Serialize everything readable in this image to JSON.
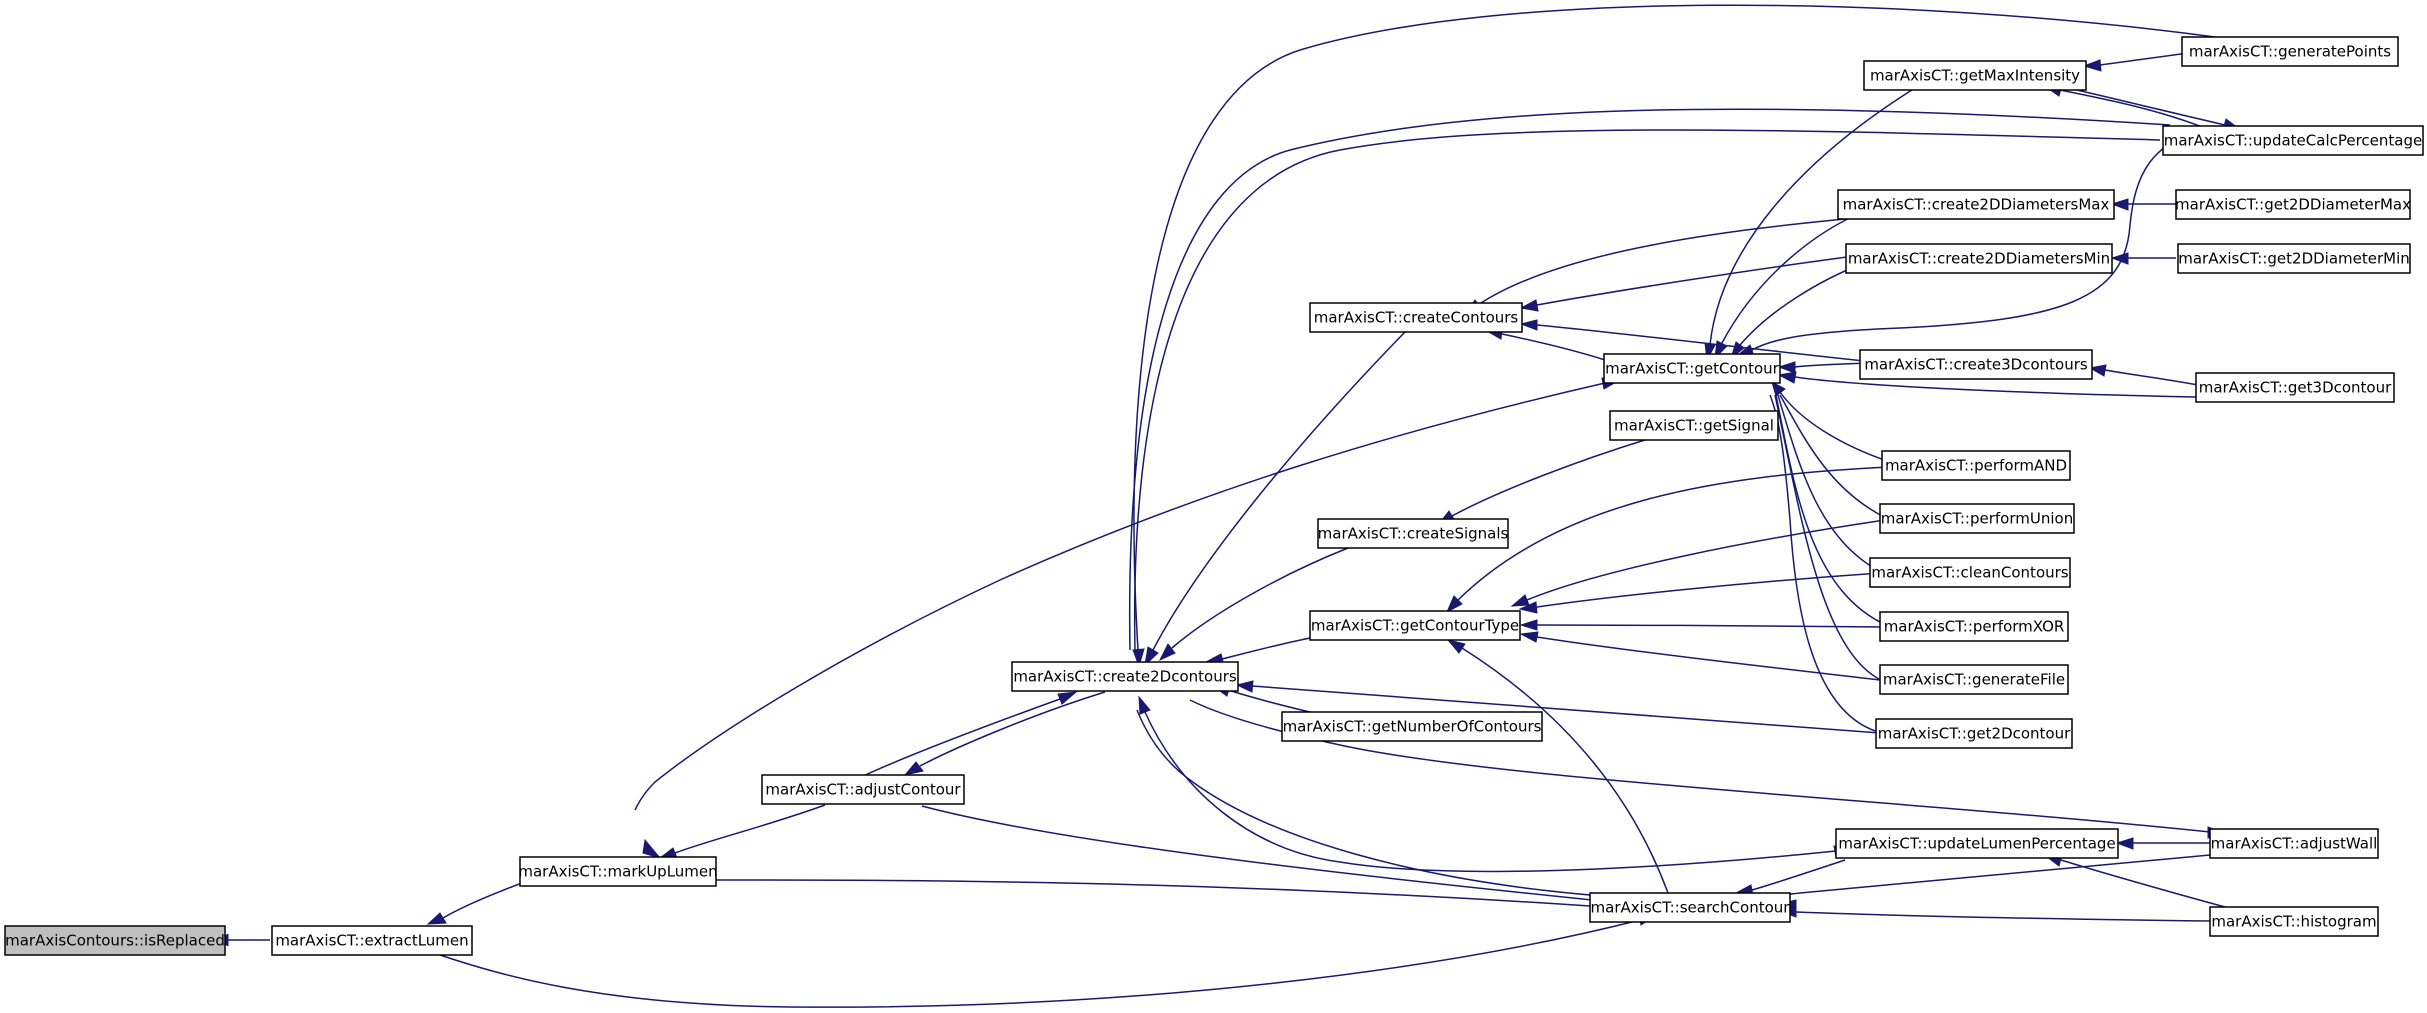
{
  "diagram": {
    "type": "call-graph",
    "nodes": [
      {
        "id": "isReplaced",
        "label": "marAxisContours::isReplaced",
        "highlighted": true
      },
      {
        "id": "extractLumen",
        "label": "marAxisCT::extractLumen"
      },
      {
        "id": "markUpLumen",
        "label": "marAxisCT::markUpLumen"
      },
      {
        "id": "adjustContour",
        "label": "marAxisCT::adjustContour"
      },
      {
        "id": "create2Dcontours",
        "label": "marAxisCT::create2Dcontours"
      },
      {
        "id": "createContours",
        "label": "marAxisCT::createContours"
      },
      {
        "id": "createSignals",
        "label": "marAxisCT::createSignals"
      },
      {
        "id": "getContourType",
        "label": "marAxisCT::getContourType"
      },
      {
        "id": "getNumberOfContours",
        "label": "marAxisCT::getNumberOfContours"
      },
      {
        "id": "getContour",
        "label": "marAxisCT::getContour"
      },
      {
        "id": "getSignal",
        "label": "marAxisCT::getSignal"
      },
      {
        "id": "searchContour",
        "label": "marAxisCT::searchContour"
      },
      {
        "id": "updateLumenPercentage",
        "label": "marAxisCT::updateLumenPercentage"
      },
      {
        "id": "getMaxIntensity",
        "label": "marAxisCT::getMaxIntensity"
      },
      {
        "id": "create2DDiametersMax",
        "label": "marAxisCT::create2DDiametersMax"
      },
      {
        "id": "create2DDiametersMin",
        "label": "marAxisCT::create2DDiametersMin"
      },
      {
        "id": "create3Dcontours",
        "label": "marAxisCT::create3Dcontours"
      },
      {
        "id": "performAND",
        "label": "marAxisCT::performAND"
      },
      {
        "id": "performUnion",
        "label": "marAxisCT::performUnion"
      },
      {
        "id": "cleanContours",
        "label": "marAxisCT::cleanContours"
      },
      {
        "id": "performXOR",
        "label": "marAxisCT::performXOR"
      },
      {
        "id": "generateFile",
        "label": "marAxisCT::generateFile"
      },
      {
        "id": "get2Dcontour",
        "label": "marAxisCT::get2Dcontour"
      },
      {
        "id": "generatePoints",
        "label": "marAxisCT::generatePoints"
      },
      {
        "id": "updateCalcPercentage",
        "label": "marAxisCT::updateCalcPercentage"
      },
      {
        "id": "get2DDiameterMax",
        "label": "marAxisCT::get2DDiameterMax"
      },
      {
        "id": "get2DDiameterMin",
        "label": "marAxisCT::get2DDiameterMin"
      },
      {
        "id": "get3Dcontour",
        "label": "marAxisCT::get3Dcontour"
      },
      {
        "id": "adjustWall",
        "label": "marAxisCT::adjustWall"
      },
      {
        "id": "histogram",
        "label": "marAxisCT::histogram"
      }
    ],
    "edges": [
      {
        "from": "extractLumen",
        "to": "isReplaced"
      },
      {
        "from": "markUpLumen",
        "to": "extractLumen"
      },
      {
        "from": "searchContour",
        "to": "extractLumen"
      },
      {
        "from": "adjustContour",
        "to": "markUpLumen"
      },
      {
        "from": "getContour",
        "to": "markUpLumen"
      },
      {
        "from": "searchContour",
        "to": "markUpLumen"
      },
      {
        "from": "create2Dcontours",
        "to": "adjustContour"
      },
      {
        "from": "adjustContour",
        "to": "create2Dcontours"
      },
      {
        "from": "searchContour",
        "to": "adjustContour"
      },
      {
        "from": "createContours",
        "to": "create2Dcontours"
      },
      {
        "from": "createSignals",
        "to": "create2Dcontours"
      },
      {
        "from": "getContourType",
        "to": "create2Dcontours"
      },
      {
        "from": "getNumberOfContours",
        "to": "create2Dcontours"
      },
      {
        "from": "get2Dcontour",
        "to": "create2Dcontours"
      },
      {
        "from": "generatePoints",
        "to": "create2Dcontours"
      },
      {
        "from": "updateCalcPercentage",
        "to": "create2Dcontours"
      },
      {
        "from": "getMaxIntensity",
        "to": "create2Dcontours"
      },
      {
        "from": "updateLumenPercentage",
        "to": "create2Dcontours"
      },
      {
        "from": "adjustWall",
        "to": "create2Dcontours"
      },
      {
        "from": "searchContour",
        "to": "create2Dcontours"
      },
      {
        "from": "create2DDiametersMax",
        "to": "createContours"
      },
      {
        "from": "create2DDiametersMin",
        "to": "createContours"
      },
      {
        "from": "create3Dcontours",
        "to": "createContours"
      },
      {
        "from": "getContour",
        "to": "createContours"
      },
      {
        "from": "getSignal",
        "to": "createSignals"
      },
      {
        "from": "performAND",
        "to": "getContourType"
      },
      {
        "from": "performUnion",
        "to": "getContourType"
      },
      {
        "from": "cleanContours",
        "to": "getContourType"
      },
      {
        "from": "performXOR",
        "to": "getContourType"
      },
      {
        "from": "generateFile",
        "to": "getContourType"
      },
      {
        "from": "searchContour",
        "to": "getContourType"
      },
      {
        "from": "getMaxIntensity",
        "to": "getContour"
      },
      {
        "from": "create2DDiametersMax",
        "to": "getContour"
      },
      {
        "from": "create2DDiametersMin",
        "to": "getContour"
      },
      {
        "from": "create3Dcontours",
        "to": "getContour"
      },
      {
        "from": "updateCalcPercentage",
        "to": "getContour"
      },
      {
        "from": "get3Dcontour",
        "to": "getContour"
      },
      {
        "from": "performAND",
        "to": "getContour"
      },
      {
        "from": "performUnion",
        "to": "getContour"
      },
      {
        "from": "cleanContours",
        "to": "getContour"
      },
      {
        "from": "performXOR",
        "to": "getContour"
      },
      {
        "from": "generateFile",
        "to": "getContour"
      },
      {
        "from": "get2Dcontour",
        "to": "getContour"
      },
      {
        "from": "updateLumenPercentage",
        "to": "searchContour"
      },
      {
        "from": "adjustWall",
        "to": "searchContour"
      },
      {
        "from": "histogram",
        "to": "searchContour"
      },
      {
        "from": "adjustWall",
        "to": "updateLumenPercentage"
      },
      {
        "from": "histogram",
        "to": "updateLumenPercentage"
      },
      {
        "from": "generatePoints",
        "to": "getMaxIntensity"
      },
      {
        "from": "updateCalcPercentage",
        "to": "getMaxIntensity"
      },
      {
        "from": "getMaxIntensity",
        "to": "updateCalcPercentage"
      },
      {
        "from": "get2DDiameterMax",
        "to": "create2DDiametersMax"
      },
      {
        "from": "get2DDiameterMin",
        "to": "create2DDiametersMin"
      },
      {
        "from": "get3Dcontour",
        "to": "create3Dcontours"
      }
    ]
  },
  "colors": {
    "edge": "#191970",
    "node_border": "#000000",
    "node_fill": "#ffffff",
    "highlighted_fill": "#bfbfbf",
    "background": "#ffffff"
  }
}
